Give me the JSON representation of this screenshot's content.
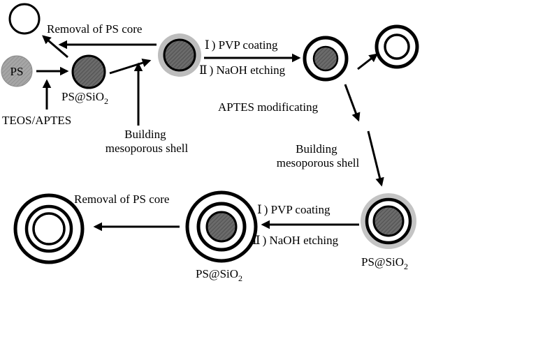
{
  "colors": {
    "ink": "#000000",
    "core_fill": "#707070",
    "ps_fill": "#9e9e9e",
    "mesoporous_shell": "#bdbdbd",
    "background": "#ffffff"
  },
  "labels": {
    "ps": "PS",
    "teos_aptes": "TEOS/APTES",
    "ps_sio2": {
      "base": "PS@SiO",
      "sub": "2"
    },
    "building_shell_1": [
      "Building",
      "mesoporous shell"
    ],
    "removal_top": "Removal of PS core",
    "pvp_top": {
      "numeral": "Ⅰ",
      "text": ") PVP coating"
    },
    "naoh_top": {
      "numeral": "Ⅱ",
      "text": ") NaOH etching"
    },
    "aptes_mod": "APTES modificating",
    "building_shell_2": [
      "Building",
      "mesoporous shell"
    ],
    "pvp_bottom": {
      "numeral": "Ⅰ",
      "text": ") PVP coating"
    },
    "naoh_bottom": {
      "numeral": "Ⅱ",
      "text": ") NaOH etching"
    },
    "removal_bottom": "Removal of PS core"
  },
  "particles": [
    {
      "id": "ps-particle",
      "kind": "ps"
    },
    {
      "id": "hollow-sphere-top",
      "kind": "hollow-single"
    },
    {
      "id": "ps-sio2-particle-top",
      "kind": "core-shell"
    },
    {
      "id": "mesoporous-particle-top",
      "kind": "core-mesoporous"
    },
    {
      "id": "yolk-shell-particle",
      "kind": "core-gap-shell"
    },
    {
      "id": "hollow-shell-right",
      "kind": "hollow-double"
    },
    {
      "id": "mesoporous-particle-bottom",
      "kind": "core-shell-mesoporous"
    },
    {
      "id": "ps-sio2-particle-bottom",
      "kind": "core-gap-shell-gap-shell"
    },
    {
      "id": "double-hollow-sphere",
      "kind": "hollow-double-shell"
    }
  ]
}
